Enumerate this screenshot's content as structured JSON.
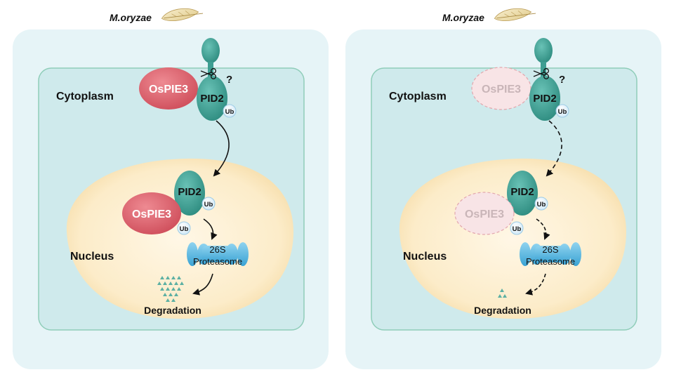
{
  "panels": [
    {
      "pathogen_label": "M.oryzae",
      "cytoplasm_label": "Cytoplasm",
      "nucleus_label": "Nucleus",
      "ospie3_label": "OsPIE3",
      "pid2_label": "PID2",
      "ub_label": "Ub",
      "question_mark": "?",
      "proteasome_line1": "26S",
      "proteasome_line2": "Proteasome",
      "degradation_label": "Degradation",
      "ospie3_state": "present",
      "arrow_style": "solid"
    },
    {
      "pathogen_label": "M.oryzae",
      "cytoplasm_label": "Cytoplasm",
      "nucleus_label": "Nucleus",
      "ospie3_label": "OsPIE3",
      "pid2_label": "PID2",
      "ub_label": "Ub",
      "question_mark": "?",
      "proteasome_line1": "26S",
      "proteasome_line2": "Proteasome",
      "degradation_label": "Degradation",
      "ospie3_state": "faded",
      "arrow_style": "dashed"
    }
  ],
  "colors": {
    "cell_wall": "#e6f4f7",
    "cytoplasm": "#cfeaec",
    "cytoplasm_border": "#8fcdb9",
    "nucleus": "#fcefd3",
    "ospie3": "#d9636f",
    "ospie3_faded": "#f8e4e6",
    "pid2": "#3e9e92",
    "ub": "#dff0fb",
    "proteasome": "#5bb6e0"
  }
}
